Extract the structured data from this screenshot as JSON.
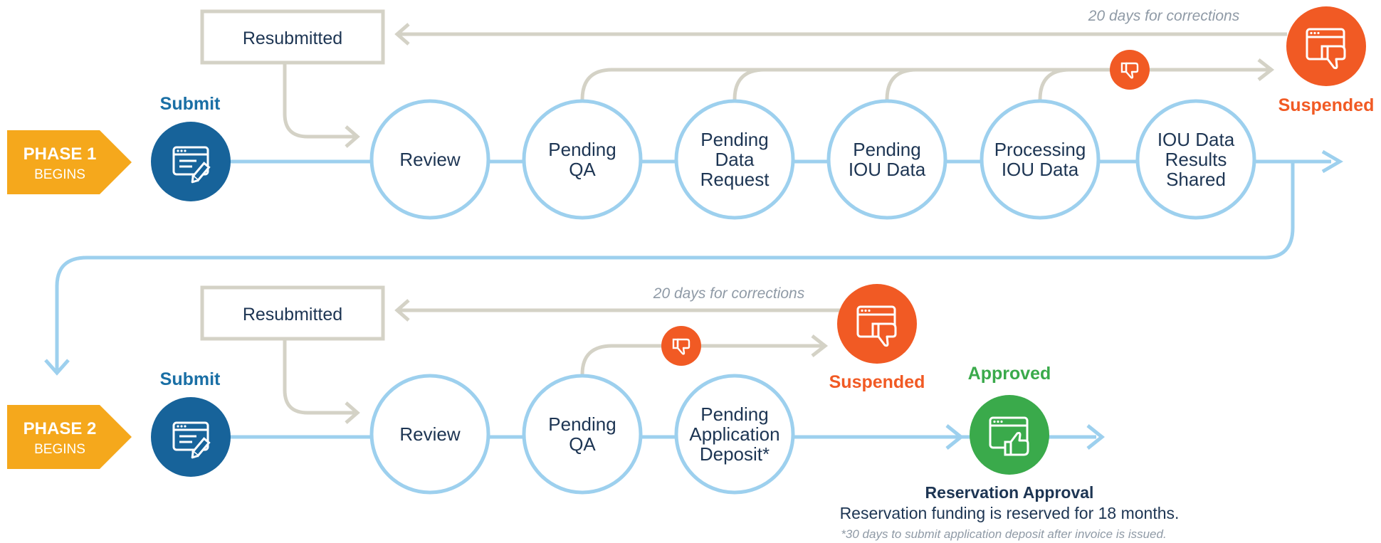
{
  "phase1": {
    "badge_main": "PHASE 1",
    "badge_sub": "BEGINS",
    "submit_label": "Submit",
    "resubmitted_label": "Resubmitted",
    "corrections_note": "20 days for corrections",
    "suspended_label": "Suspended",
    "stages": [
      {
        "lines": [
          "Review"
        ]
      },
      {
        "lines": [
          "Pending",
          "QA"
        ]
      },
      {
        "lines": [
          "Pending",
          "Data",
          "Request"
        ]
      },
      {
        "lines": [
          "Pending",
          "IOU Data"
        ]
      },
      {
        "lines": [
          "Processing",
          "IOU Data"
        ]
      },
      {
        "lines": [
          "IOU Data",
          "Results",
          "Shared"
        ]
      }
    ]
  },
  "phase2": {
    "badge_main": "PHASE 2",
    "badge_sub": "BEGINS",
    "submit_label": "Submit",
    "resubmitted_label": "Resubmitted",
    "corrections_note": "20 days for corrections",
    "suspended_label": "Suspended",
    "approved_label": "Approved",
    "stages": [
      {
        "lines": [
          "Review"
        ]
      },
      {
        "lines": [
          "Pending",
          "QA"
        ]
      },
      {
        "lines": [
          "Pending",
          "Application",
          "Deposit*"
        ]
      }
    ],
    "approval_title": "Reservation Approval",
    "approval_desc": "Reservation funding is reserved for 18 months.",
    "footnote": "*30 days to submit application deposit after invoice is issued."
  },
  "colors": {
    "phase_badge": "#f5a81c",
    "submit_circle": "#17639a",
    "stage_stroke": "#9dd0ee",
    "flow_line": "#9dd0ee",
    "resubmit_line": "#d4d2c6",
    "suspended": "#f15a24",
    "approved": "#3aaa4b",
    "text_dark": "#1d3553"
  },
  "icons": {
    "submit": "browser-window-with-pencil-icon",
    "suspended": "browser-window-thumbs-down-icon",
    "reject_marker": "thumbs-down-icon",
    "approved": "browser-window-thumbs-up-icon"
  }
}
